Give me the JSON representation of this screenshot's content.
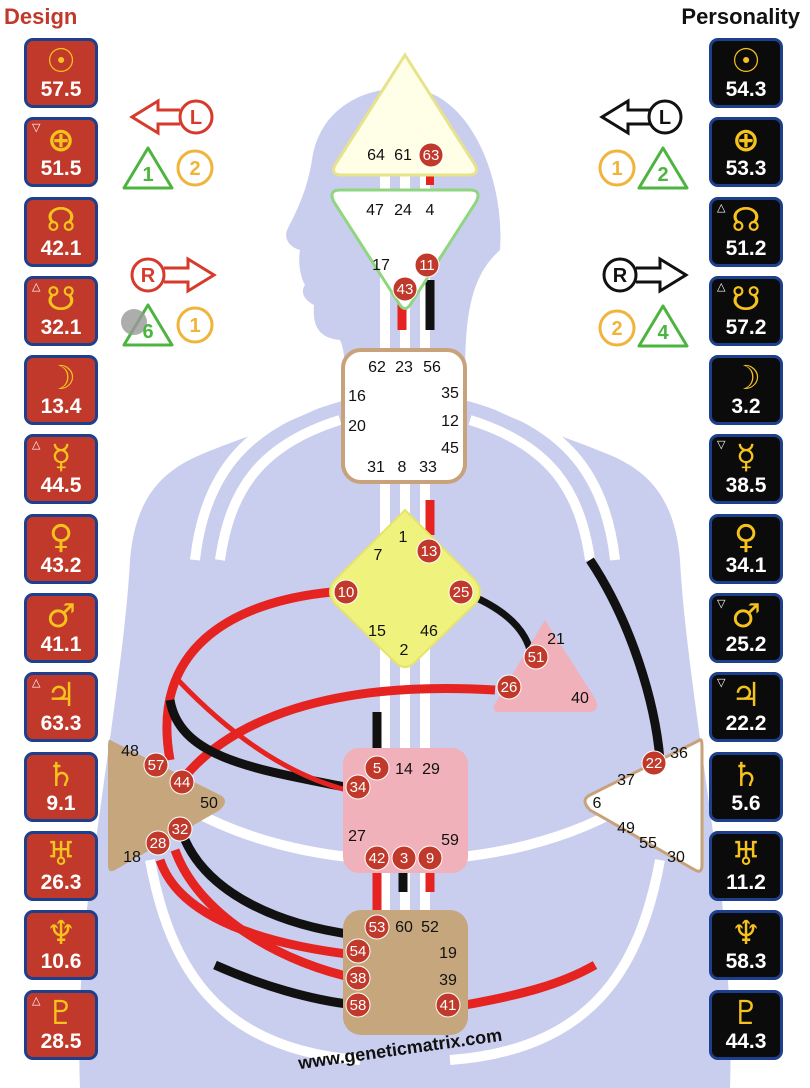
{
  "header": {
    "design": "Design",
    "personality": "Personality"
  },
  "design_planets": [
    {
      "symbol": "☉",
      "value": "57.5",
      "mark": ""
    },
    {
      "symbol": "⊕",
      "value": "51.5",
      "mark": "▽"
    },
    {
      "symbol": "☊",
      "value": "42.1",
      "mark": ""
    },
    {
      "symbol": "☋",
      "value": "32.1",
      "mark": "△"
    },
    {
      "symbol": "☽",
      "value": "13.4",
      "mark": ""
    },
    {
      "symbol": "☿",
      "value": "44.5",
      "mark": "△"
    },
    {
      "symbol": "♀",
      "value": "43.2",
      "mark": ""
    },
    {
      "symbol": "♂",
      "value": "41.1",
      "mark": ""
    },
    {
      "symbol": "♃",
      "value": "63.3",
      "mark": "△"
    },
    {
      "symbol": "♄",
      "value": "9.1",
      "mark": ""
    },
    {
      "symbol": "♅",
      "value": "26.3",
      "mark": ""
    },
    {
      "symbol": "♆",
      "value": "10.6",
      "mark": ""
    },
    {
      "symbol": "♇",
      "value": "28.5",
      "mark": "△"
    }
  ],
  "personality_planets": [
    {
      "symbol": "☉",
      "value": "54.3",
      "mark": ""
    },
    {
      "symbol": "⊕",
      "value": "53.3",
      "mark": ""
    },
    {
      "symbol": "☊",
      "value": "51.2",
      "mark": "△"
    },
    {
      "symbol": "☋",
      "value": "57.2",
      "mark": "△"
    },
    {
      "symbol": "☽",
      "value": "3.2",
      "mark": ""
    },
    {
      "symbol": "☿",
      "value": "38.5",
      "mark": "▽"
    },
    {
      "symbol": "♀",
      "value": "34.1",
      "mark": ""
    },
    {
      "symbol": "♂",
      "value": "25.2",
      "mark": "▽"
    },
    {
      "symbol": "♃",
      "value": "22.2",
      "mark": "▽"
    },
    {
      "symbol": "♄",
      "value": "5.6",
      "mark": ""
    },
    {
      "symbol": "♅",
      "value": "11.2",
      "mark": ""
    },
    {
      "symbol": "♆",
      "value": "58.3",
      "mark": ""
    },
    {
      "symbol": "♇",
      "value": "44.3",
      "mark": ""
    }
  ],
  "arrows": {
    "design_top": {
      "letter": "L",
      "color": "#d63a2a"
    },
    "design_bottom": {
      "letter": "R",
      "color": "#d63a2a"
    },
    "personality_top": {
      "letter": "L",
      "color": "#111111"
    },
    "personality_bottom": {
      "letter": "R",
      "color": "#111111"
    }
  },
  "badges": {
    "design_top": {
      "triangle": "1",
      "circle": "2"
    },
    "design_bottom": {
      "triangle": "6",
      "circle": "1"
    },
    "personality_top": {
      "circle": "1",
      "triangle": "2"
    },
    "personality_bottom": {
      "circle": "2",
      "triangle": "4"
    }
  },
  "centers": {
    "head": [
      "64",
      "61"
    ],
    "ajna": [
      "47",
      "24",
      "4",
      "17"
    ],
    "throat": [
      "62",
      "23",
      "56",
      "16",
      "35",
      "20",
      "12",
      "45",
      "31",
      "8",
      "33"
    ],
    "g": [
      "1",
      "7",
      "15",
      "2",
      "46"
    ],
    "ego": [
      "21",
      "40"
    ],
    "sacral": [
      "14",
      "29",
      "27",
      "59",
      "60",
      "52",
      "19",
      "39"
    ],
    "spleen": [
      "48",
      "50",
      "18"
    ],
    "solar": [
      "36",
      "37",
      "6",
      "49",
      "55",
      "30"
    ]
  },
  "active_gates": [
    "63",
    "11",
    "43",
    "13",
    "10",
    "25",
    "51",
    "26",
    "57",
    "44",
    "32",
    "28",
    "5",
    "34",
    "42",
    "3",
    "9",
    "53",
    "54",
    "38",
    "58",
    "41",
    "22"
  ],
  "footer": {
    "website": "www.geneticmatrix.com"
  },
  "colors": {
    "design": "#c0392b",
    "personality": "#0b0b0b",
    "symbol": "#f6c21d",
    "body": "#c9cdee",
    "tile_border": "#1d3f8c"
  }
}
